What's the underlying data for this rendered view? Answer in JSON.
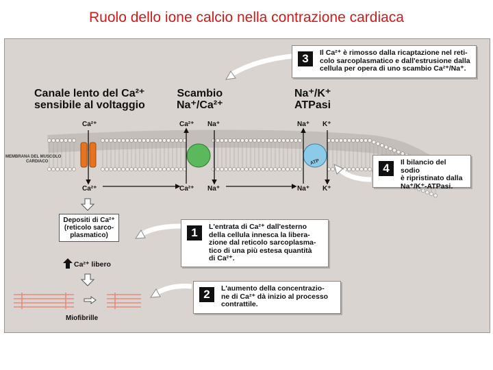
{
  "title": "Ruolo dello ione calcio nella contrazione cardiaca",
  "headers": {
    "channel": [
      "Canale lento del Ca²⁺",
      "sensibile al voltaggio"
    ],
    "exchanger": [
      "Scambio",
      "Na⁺/Ca²⁺"
    ],
    "atpase": [
      "Na⁺/K⁺",
      "ATPasi"
    ]
  },
  "membrane_label": [
    "MEMBRANA DEL MUSCOLO",
    "CARDIACO"
  ],
  "ions": {
    "ca": "Ca²⁺",
    "na": "Na⁺",
    "k": "K⁺"
  },
  "atp_label": "ATP",
  "boxes": {
    "deposits": [
      "Depositi di Ca²⁺",
      "(reticolo sarco-",
      "plasmatico)"
    ],
    "free_ca": "Ca²⁺ libero",
    "myofibrils": "Miofibrille"
  },
  "notes": [
    {
      "num": "3",
      "lines": [
        "Il Ca²⁺ è rimosso dalla ricaptazione nel reti-",
        "colo sarcoplasmatico e dall'estrusione dalla",
        "cellula per opera di uno scambio Ca²⁺/Na⁺."
      ]
    },
    {
      "num": "4",
      "lines": [
        "Il bilancio del sodio",
        "è ripristinato dalla",
        "Na⁺/K⁺-ATPasi."
      ]
    },
    {
      "num": "1",
      "lines": [
        "L'entrata di Ca²⁺ dall'esterno",
        "della cellula innesca la libera-",
        "zione dal reticolo sarcoplasma-",
        "tico di una più estesa quantità",
        "di Ca²⁺."
      ]
    },
    {
      "num": "2",
      "lines": [
        "L'aumento della concentrazio-",
        "ne di Ca²⁺ dà inizio al processo",
        "contrattile."
      ]
    }
  ],
  "colors": {
    "title": "#d11a1a",
    "channel": "#e8731c",
    "exchanger": "#5cb85c",
    "atpase": "#8ccbe8",
    "panel": "#d9d4cf"
  }
}
